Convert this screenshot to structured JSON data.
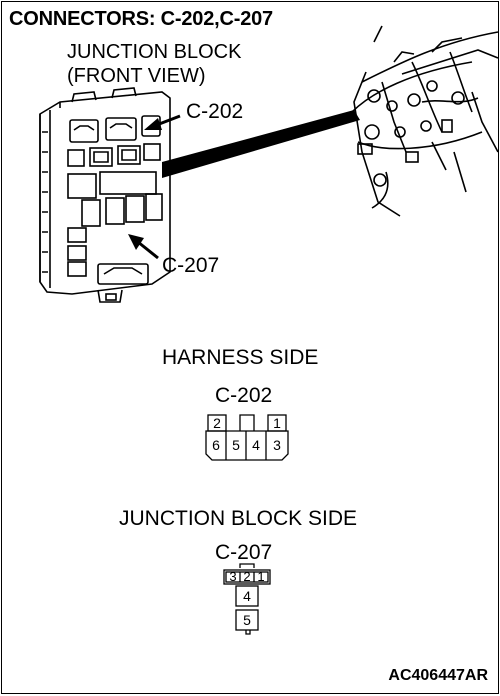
{
  "title": "CONNECTORS: C-202,C-207",
  "junction_block": {
    "line1": "JUNCTION BLOCK",
    "line2": "(FRONT VIEW)"
  },
  "callouts": {
    "c202": "C-202",
    "c207": "C-207"
  },
  "harness_side": {
    "heading": "HARNESS SIDE",
    "connector": "C-202",
    "pins_top": [
      "2",
      "1"
    ],
    "pins_bottom": [
      "6",
      "5",
      "4",
      "3"
    ]
  },
  "junction_block_side": {
    "heading": "JUNCTION BLOCK SIDE",
    "connector": "C-207",
    "pins_top": [
      "3",
      "2",
      "1"
    ],
    "pins_middle": "4",
    "pins_bottom": "5"
  },
  "footer_code": "AC406447AR"
}
